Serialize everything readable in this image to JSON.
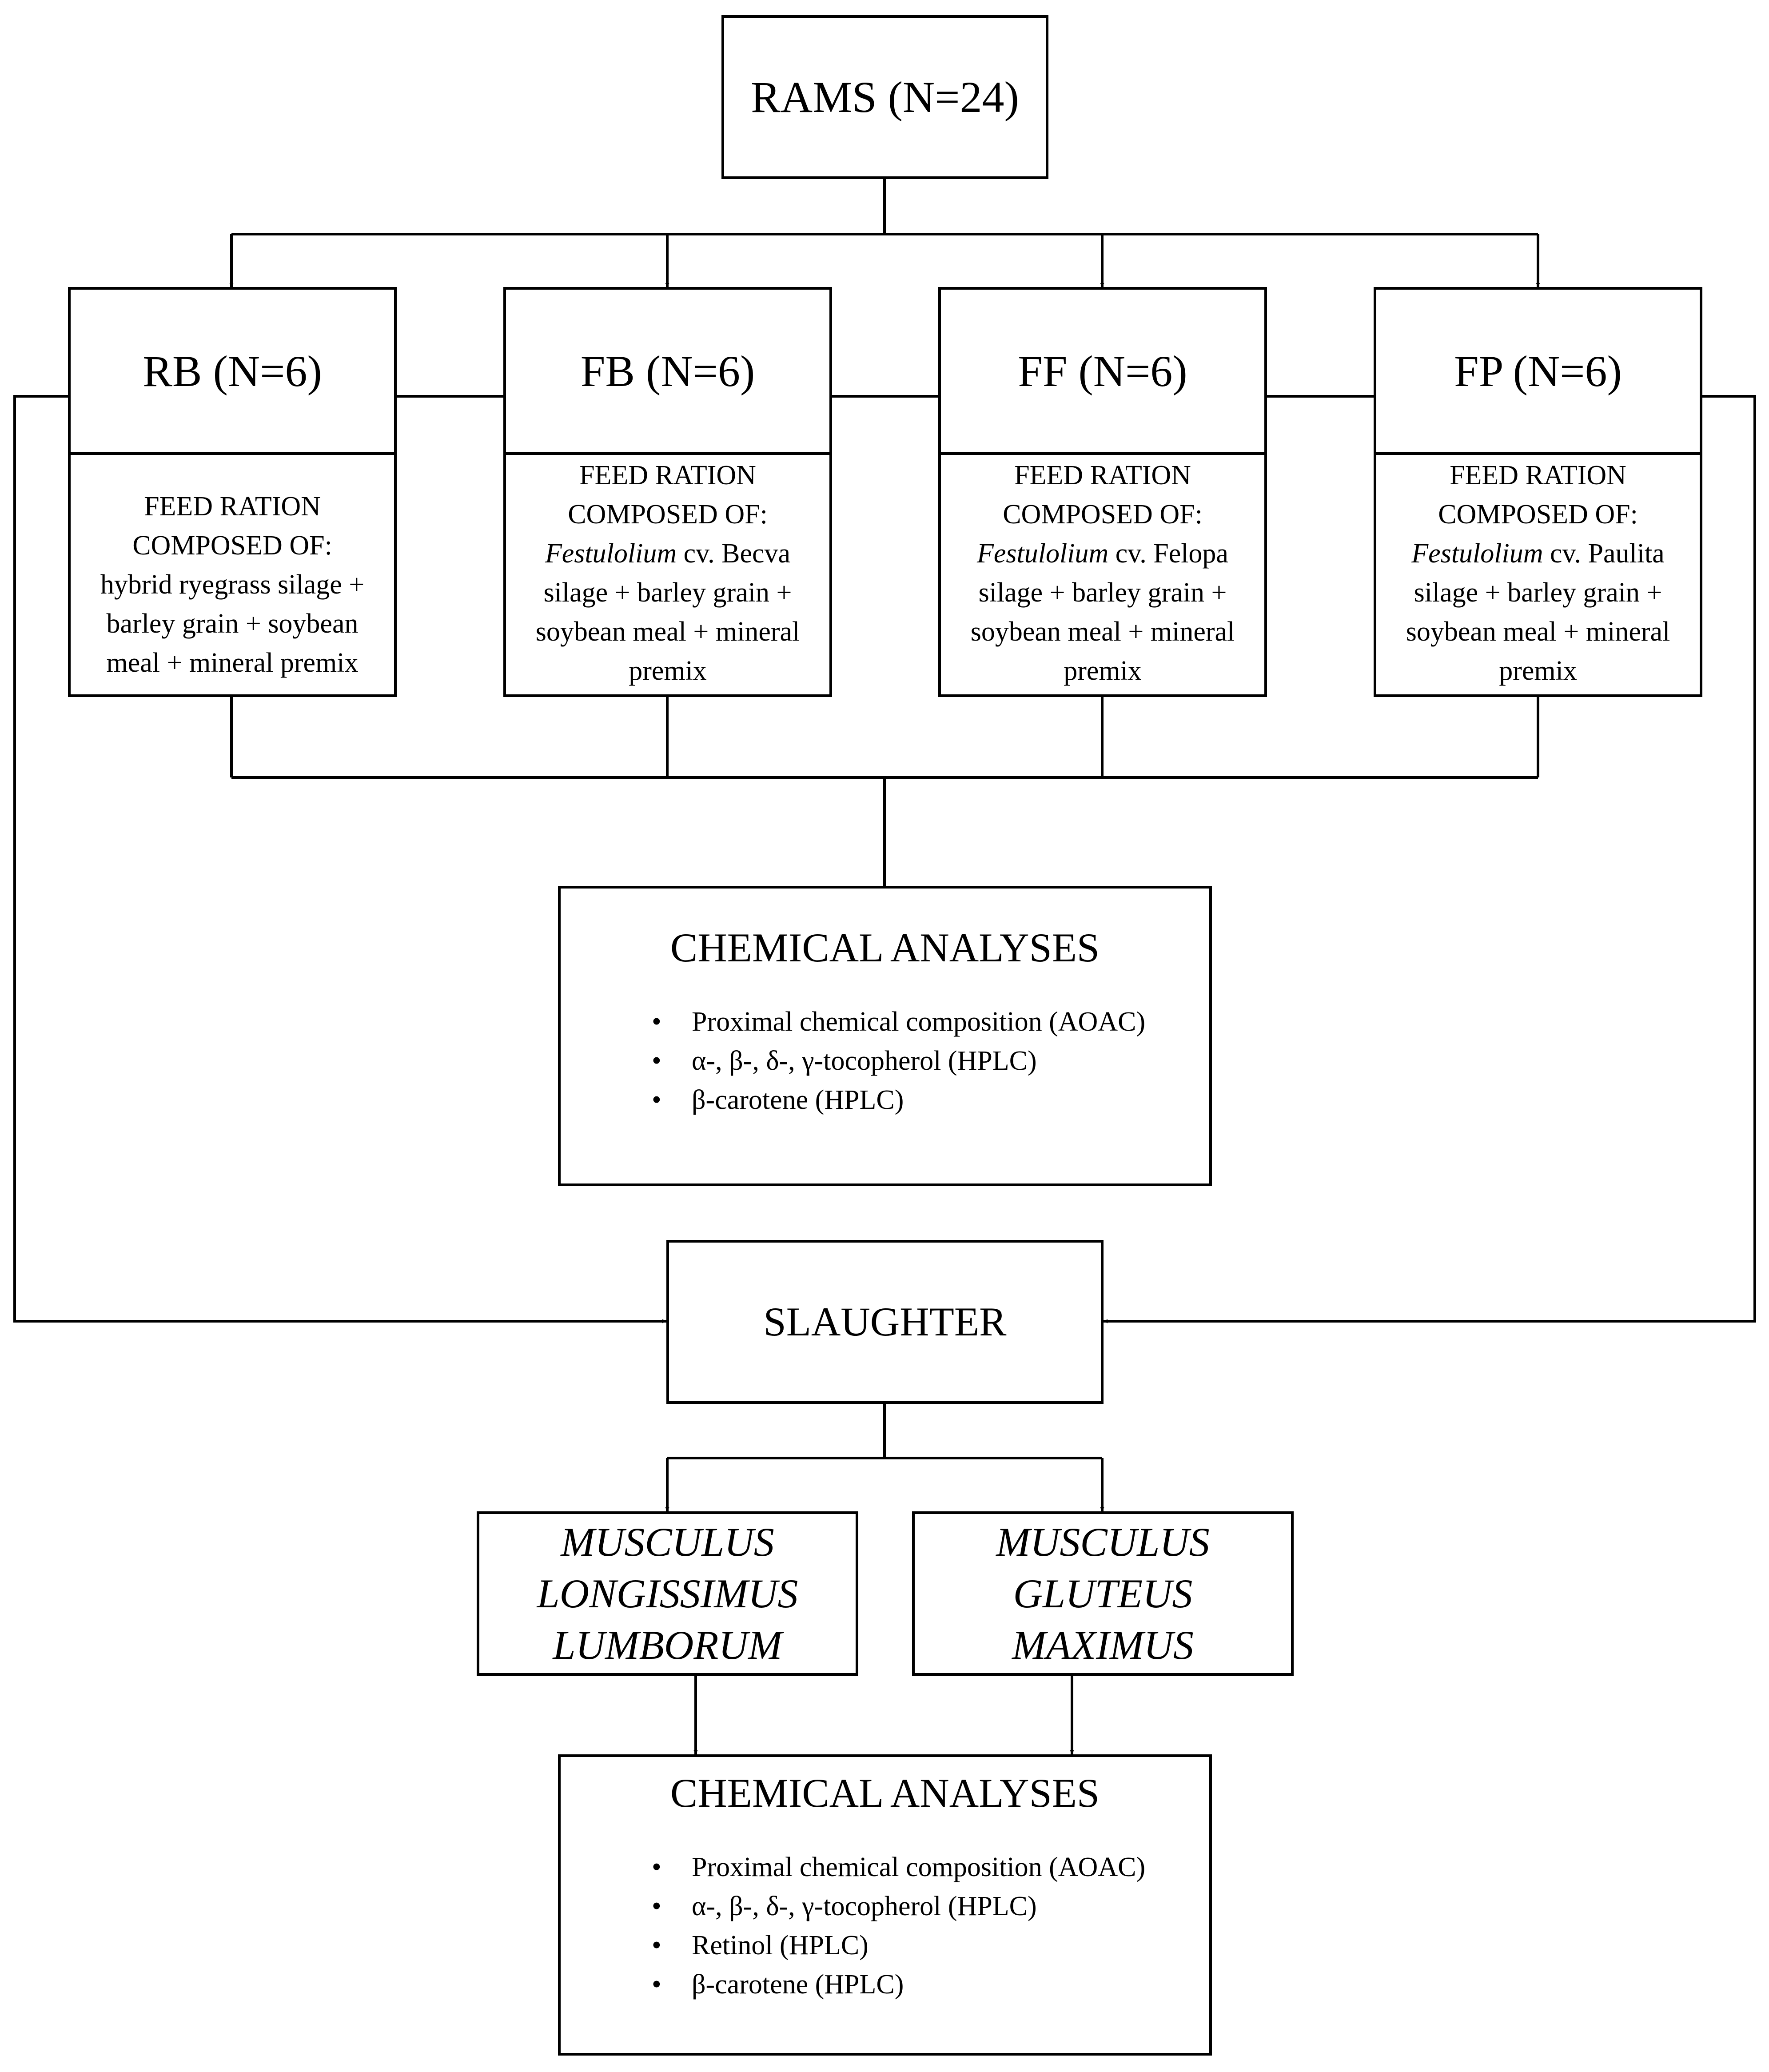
{
  "top_node": {
    "label": "RAMS (N=24)"
  },
  "groups": [
    {
      "label": "RB (N=6)",
      "ration_lines": [
        {
          "plain": "FEED RATION"
        },
        {
          "plain": "COMPOSED OF:"
        },
        {
          "plain": "hybrid ryegrass silage +"
        },
        {
          "plain": "barley grain + soybean"
        },
        {
          "plain": "meal + mineral premix"
        }
      ]
    },
    {
      "label": "FB (N=6)",
      "ration_lines": [
        {
          "plain": "FEED RATION"
        },
        {
          "plain": "COMPOSED OF:"
        },
        {
          "italic": "Festulolium",
          "plain": " cv. Becva"
        },
        {
          "plain": "silage + barley grain +"
        },
        {
          "plain": "soybean meal + mineral"
        },
        {
          "plain": "premix"
        }
      ]
    },
    {
      "label": "FF (N=6)",
      "ration_lines": [
        {
          "plain": "FEED RATION"
        },
        {
          "plain": "COMPOSED OF:"
        },
        {
          "italic": "Festulolium",
          "plain": " cv. Felopa"
        },
        {
          "plain": "silage + barley grain +"
        },
        {
          "plain": "soybean meal + mineral"
        },
        {
          "plain": "premix"
        }
      ]
    },
    {
      "label": "FP (N=6)",
      "ration_lines": [
        {
          "plain": "FEED RATION"
        },
        {
          "plain": "COMPOSED OF:"
        },
        {
          "italic": "Festulolium",
          "plain": " cv. Paulita"
        },
        {
          "plain": "silage + barley grain +"
        },
        {
          "plain": "soybean meal + mineral"
        },
        {
          "plain": "premix"
        }
      ]
    }
  ],
  "feed_analyses": {
    "title": "CHEMICAL ANALYSES",
    "items": [
      "Proximal chemical composition (AOAC)",
      "α-, β-, δ-, γ-tocopherol (HPLC)",
      "β-carotene (HPLC)"
    ]
  },
  "slaughter": {
    "label": "SLAUGHTER"
  },
  "muscles": [
    {
      "lines": [
        "MUSCULUS",
        "LONGISSIMUS",
        "LUMBORUM"
      ]
    },
    {
      "lines": [
        "MUSCULUS",
        "GLUTEUS",
        "MAXIMUS"
      ]
    }
  ],
  "meat_analyses": {
    "title": "CHEMICAL ANALYSES",
    "items": [
      "Proximal chemical composition (AOAC)",
      "α-, β-, δ-, γ-tocopherol (HPLC)",
      "Retinol (HPLC)",
      "β-carotene (HPLC)"
    ]
  }
}
